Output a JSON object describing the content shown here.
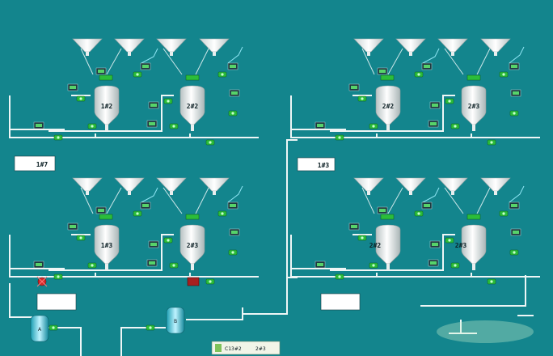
{
  "units": [
    {
      "id": "u1",
      "vessel_labels": [
        "1#2",
        "2#2"
      ],
      "panel_value": "1#7"
    },
    {
      "id": "u2",
      "vessel_labels": [
        "2#2",
        "2#3"
      ],
      "panel_value": "1#3"
    },
    {
      "id": "u3",
      "vessel_labels": [
        "1#3",
        "2#3"
      ],
      "panel_value": ""
    },
    {
      "id": "u4",
      "vessel_labels": [
        "2#2",
        "2#3"
      ],
      "panel_value": ""
    }
  ],
  "tanks": [
    {
      "id": "tank-left",
      "label": "A"
    },
    {
      "id": "tank-mid",
      "label": "B"
    }
  ],
  "status_bar": {
    "left": "C13#2",
    "right": "2#3"
  },
  "colors": {
    "background": "#13858d",
    "pipe": "#eef6f6",
    "valve": "#2bbd3a",
    "alarm": "#d22a2a",
    "hopper": "#dfe6e6"
  }
}
